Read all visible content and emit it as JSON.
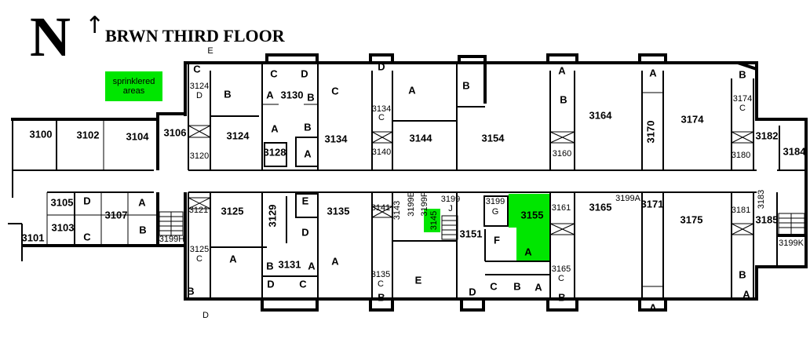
{
  "title": {
    "north": "N",
    "arrow": "↑",
    "text": "BRWN THIRD FLOOR"
  },
  "legend": {
    "label": "sprinklered areas",
    "color": "#00e600"
  },
  "colors": {
    "sprinklered": "#00e600",
    "wall": "#000000"
  },
  "corridor": "3199A",
  "labels": [
    "3100",
    "3102",
    "3104",
    "3106",
    "E",
    "C",
    "3124",
    "D",
    "B",
    "3124",
    "3120",
    "C",
    "D",
    "A",
    "3130",
    "B",
    "A",
    "B",
    "3128",
    "A",
    "C",
    "3134",
    "D",
    "3134",
    "C",
    "3140",
    "A",
    "3144",
    "B",
    "3154",
    "A",
    "B",
    "3160",
    "3164",
    "A",
    "3170",
    "3174",
    "B",
    "3174",
    "C",
    "3180",
    "3182",
    "3184",
    "3105",
    "D",
    "3107",
    "A",
    "B",
    "3101",
    "3103",
    "C",
    "3199H",
    "3121",
    "3125",
    "C",
    "B",
    "D",
    "3125",
    "A",
    "3129",
    "E",
    "D",
    "B",
    "3131",
    "A",
    "D",
    "C",
    "3135",
    "A",
    "3141",
    "3135",
    "C",
    "B",
    "3143",
    "3199E",
    "3199F",
    "3145",
    "3199",
    "J",
    "E",
    "3151",
    "3199",
    "G",
    "F",
    "3155",
    "A",
    "D",
    "C",
    "B",
    "A",
    "3161",
    "3165",
    "C",
    "B",
    "3165",
    "3171",
    "A",
    "3175",
    "3181",
    "3185",
    "B",
    "A",
    "3183",
    "3199K"
  ]
}
